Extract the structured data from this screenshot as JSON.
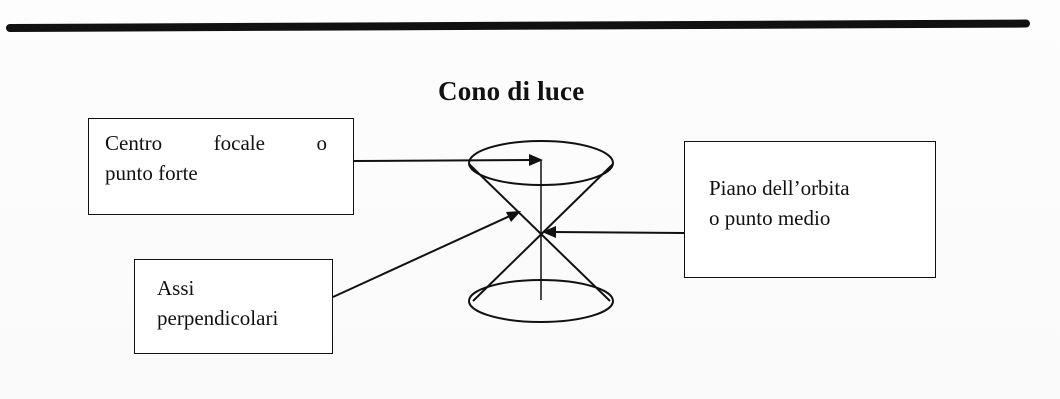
{
  "title": "Cono di luce",
  "boxes": {
    "centro_focale": {
      "line1_words": [
        "Centro",
        "focale",
        "o"
      ],
      "line2": "punto forte"
    },
    "assi": {
      "line1": "Assi",
      "line2": "perpendicolari"
    },
    "piano": {
      "line1": "Piano dell’orbita",
      "line2": "o punto medio"
    }
  }
}
